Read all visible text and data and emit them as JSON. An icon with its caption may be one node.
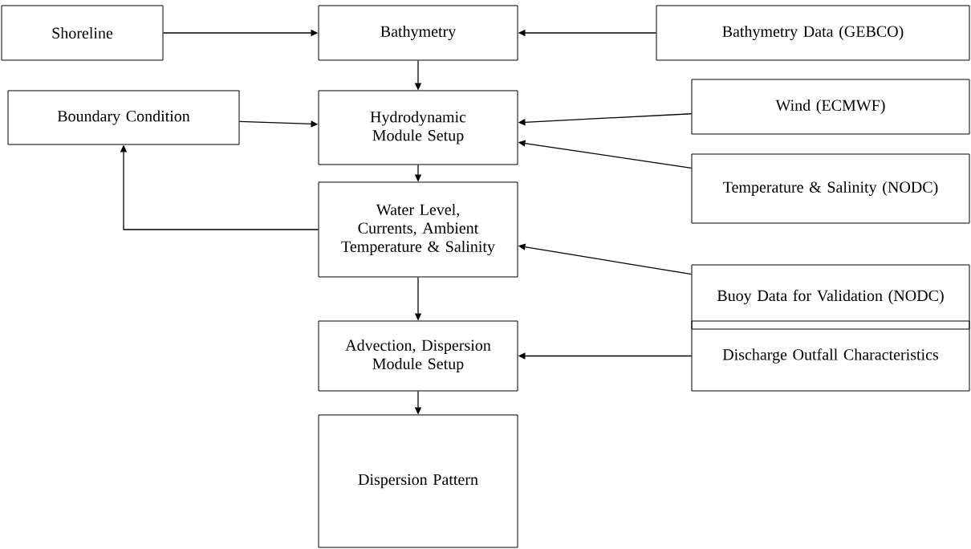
{
  "diagram": {
    "nodes": [
      {
        "text": [
          "Shoreline"
        ]
      },
      {
        "text": [
          "Bathymetry"
        ]
      },
      {
        "text": [
          "Bathymetry Data (GEBCO)"
        ]
      },
      {
        "text": [
          "Boundary Condition"
        ]
      },
      {
        "text": [
          "Hydrodynamic Module Setup"
        ]
      },
      {
        "text": [
          "Wind (ECMWF)"
        ]
      },
      {
        "text": [
          "Temperature & Salinity (NODC)"
        ]
      },
      {
        "text": [
          "Water Level, Currents, Ambient Temperature & Salinity"
        ]
      },
      {
        "text": [
          "Buoy Data for Validation (NODC)"
        ]
      },
      {
        "text": [
          "Advection, Dispersion Module Setup"
        ]
      },
      {
        "text": [
          "Discharge Outfall Characteristics"
        ]
      },
      {
        "text": [
          "Dispersion Pattern"
        ]
      }
    ],
    "edges": [
      {
        "from": 0,
        "to": 1,
        "arrow": "to"
      },
      {
        "from": 2,
        "to": 1,
        "arrow": "to"
      },
      {
        "from": 1,
        "to": 4,
        "arrow": "to"
      },
      {
        "from": 3,
        "to": 4,
        "arrow": "to"
      },
      {
        "from": 5,
        "to": 4,
        "arrow": "to"
      },
      {
        "from": 6,
        "to": 4,
        "arrow": "to"
      },
      {
        "from": 4,
        "to": 7,
        "arrow": "to"
      },
      {
        "from": 7,
        "to": 3,
        "arrow": "to"
      },
      {
        "from": 8,
        "to": 7,
        "arrow": "to"
      },
      {
        "from": 7,
        "to": 9,
        "arrow": "to"
      },
      {
        "from": 10,
        "to": 9,
        "arrow": "to"
      },
      {
        "from": 9,
        "to": 11,
        "arrow": "to"
      }
    ]
  }
}
